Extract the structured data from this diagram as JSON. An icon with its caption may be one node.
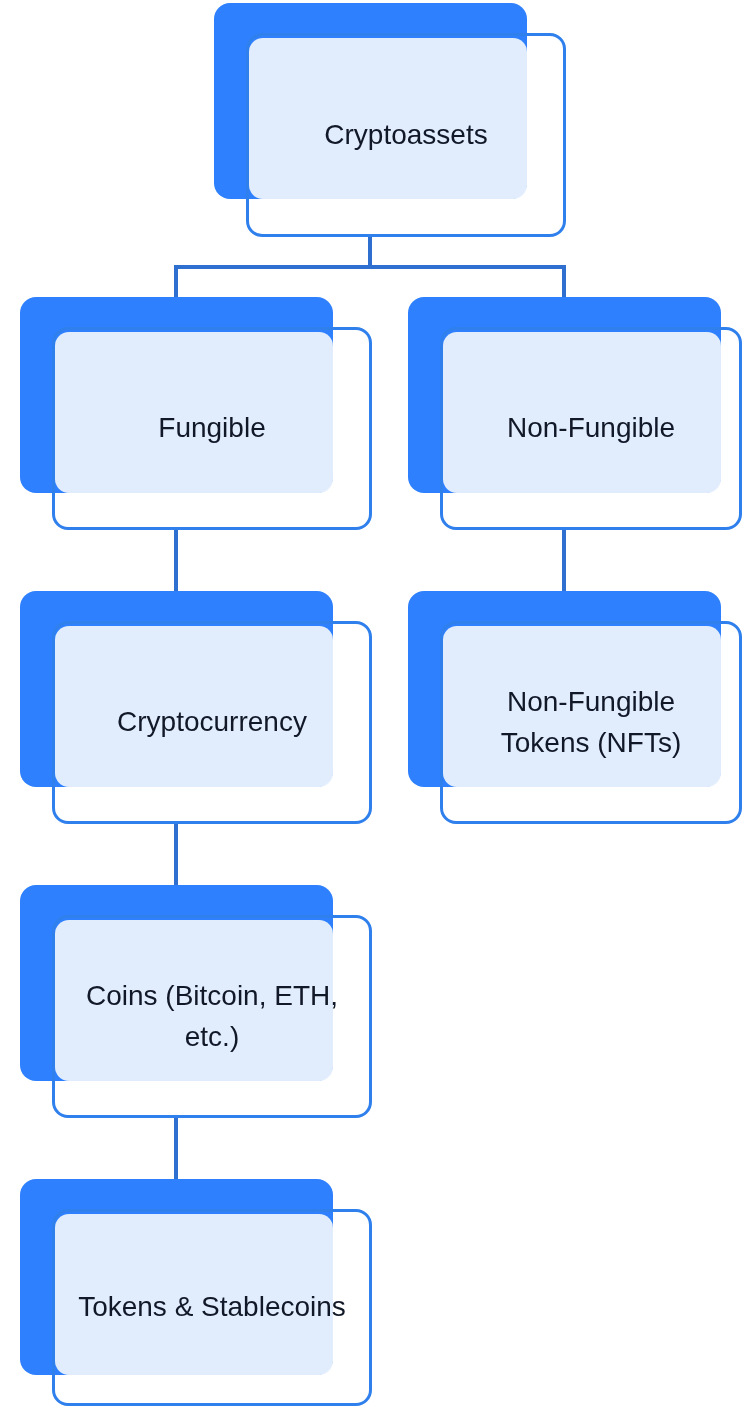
{
  "diagram": {
    "nodes": [
      {
        "text": [
          "Cryptoassets"
        ]
      },
      {
        "text": [
          "Fungible"
        ]
      },
      {
        "text": [
          "Non-Fungible"
        ]
      },
      {
        "text": [
          "Cryptocurrency"
        ]
      },
      {
        "text": [
          "Non-Fungible Tokens (NFTs)"
        ]
      },
      {
        "text": [
          "Coins (Bitcoin, ETH, etc.)"
        ]
      },
      {
        "text": [
          "Tokens & Stablecoins"
        ]
      }
    ],
    "edges": [
      {
        "from": 0,
        "to": 1,
        "arrow": "none"
      },
      {
        "from": 0,
        "to": 2,
        "arrow": "none"
      },
      {
        "from": 1,
        "to": 3,
        "arrow": "none"
      },
      {
        "from": 2,
        "to": 4,
        "arrow": "none"
      },
      {
        "from": 3,
        "to": 5,
        "arrow": "none"
      },
      {
        "from": 5,
        "to": 6,
        "arrow": "none"
      }
    ]
  }
}
